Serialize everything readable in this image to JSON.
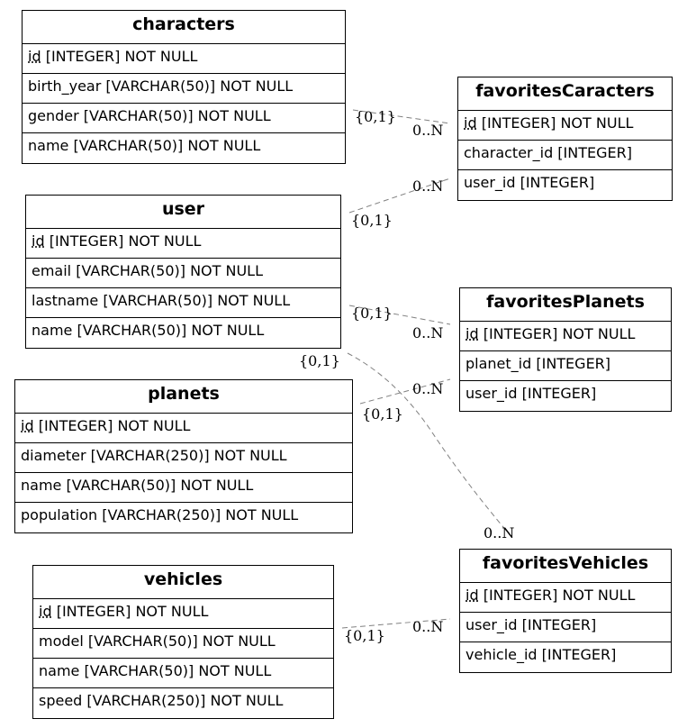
{
  "entities": {
    "characters": {
      "title": "characters",
      "pk_name": "id",
      "pk_rest": " [INTEGER] NOT NULL",
      "fields": [
        "birth_year [VARCHAR(50)] NOT NULL",
        "gender [VARCHAR(50)] NOT NULL",
        "name [VARCHAR(50)] NOT NULL"
      ]
    },
    "user": {
      "title": "user",
      "pk_name": "id",
      "pk_rest": " [INTEGER] NOT NULL",
      "fields": [
        "email [VARCHAR(50)] NOT NULL",
        "lastname [VARCHAR(50)] NOT NULL",
        "name [VARCHAR(50)] NOT NULL"
      ]
    },
    "planets": {
      "title": "planets",
      "pk_name": "id",
      "pk_rest": " [INTEGER] NOT NULL",
      "fields": [
        "diameter [VARCHAR(250)] NOT NULL",
        "name [VARCHAR(50)] NOT NULL",
        "population [VARCHAR(250)] NOT NULL"
      ]
    },
    "vehicles": {
      "title": "vehicles",
      "pk_name": "id",
      "pk_rest": " [INTEGER] NOT NULL",
      "fields": [
        "model [VARCHAR(50)] NOT NULL",
        "name [VARCHAR(50)] NOT NULL",
        "speed [VARCHAR(250)] NOT NULL"
      ]
    },
    "favoritesCaracters": {
      "title": "favoritesCaracters",
      "pk_name": "id",
      "pk_rest": " [INTEGER] NOT NULL",
      "fields": [
        "character_id [INTEGER]",
        "user_id [INTEGER]"
      ]
    },
    "favoritesPlanets": {
      "title": "favoritesPlanets",
      "pk_name": "id",
      "pk_rest": " [INTEGER] NOT NULL",
      "fields": [
        "planet_id [INTEGER]",
        "user_id [INTEGER]"
      ]
    },
    "favoritesVehicles": {
      "title": "favoritesVehicles",
      "pk_name": "id",
      "pk_rest": " [INTEGER] NOT NULL",
      "fields": [
        "user_id [INTEGER]",
        "vehicle_id [INTEGER]"
      ]
    }
  },
  "relationships": [
    {
      "from": "characters",
      "to": "favoritesCaracters",
      "from_card": "{0,1}",
      "to_card": "0..N"
    },
    {
      "from": "user",
      "to": "favoritesCaracters",
      "from_card": "{0,1}",
      "to_card": "0..N"
    },
    {
      "from": "user",
      "to": "favoritesPlanets",
      "from_card": "{0,1}",
      "to_card": "0..N"
    },
    {
      "from": "user",
      "to": "favoritesVehicles",
      "from_card": "{0,1}",
      "to_card": "0..N"
    },
    {
      "from": "planets",
      "to": "favoritesPlanets",
      "from_card": "{0,1}",
      "to_card": "0..N"
    },
    {
      "from": "vehicles",
      "to": "favoritesVehicles",
      "from_card": "{0,1}",
      "to_card": "0..N"
    }
  ],
  "style": {
    "line_color": "#808080",
    "border_color": "#000000"
  }
}
